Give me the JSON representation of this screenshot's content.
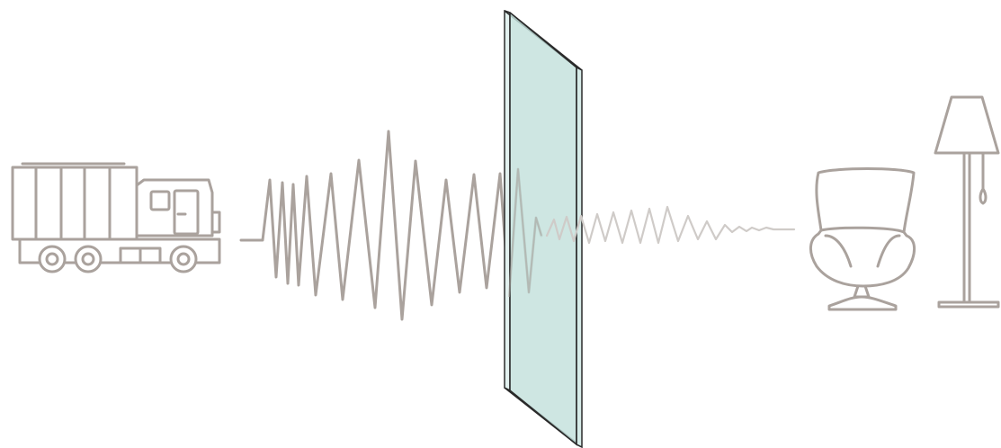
{
  "diagram": {
    "concept": "sound-insulating-glass",
    "elements": [
      {
        "id": "source",
        "icon": "dump-truck-icon"
      },
      {
        "id": "incoming-wave",
        "icon": "sound-wave-icon",
        "intensity": "loud"
      },
      {
        "id": "barrier",
        "icon": "glass-panel-icon"
      },
      {
        "id": "transmitted-wave",
        "icon": "sound-wave-icon",
        "intensity": "quiet"
      },
      {
        "id": "receiver-chair",
        "icon": "egg-armchair-icon"
      },
      {
        "id": "receiver-lamp",
        "icon": "floor-lamp-icon"
      }
    ]
  },
  "colors": {
    "line": "#aaa29d",
    "wave_in": "#aaa29d",
    "wave_out": "#cfcbc8",
    "glass_face": "#c3e0dc",
    "glass_edge": "#2a2a2a",
    "glass_side": "#e2f1ef"
  }
}
